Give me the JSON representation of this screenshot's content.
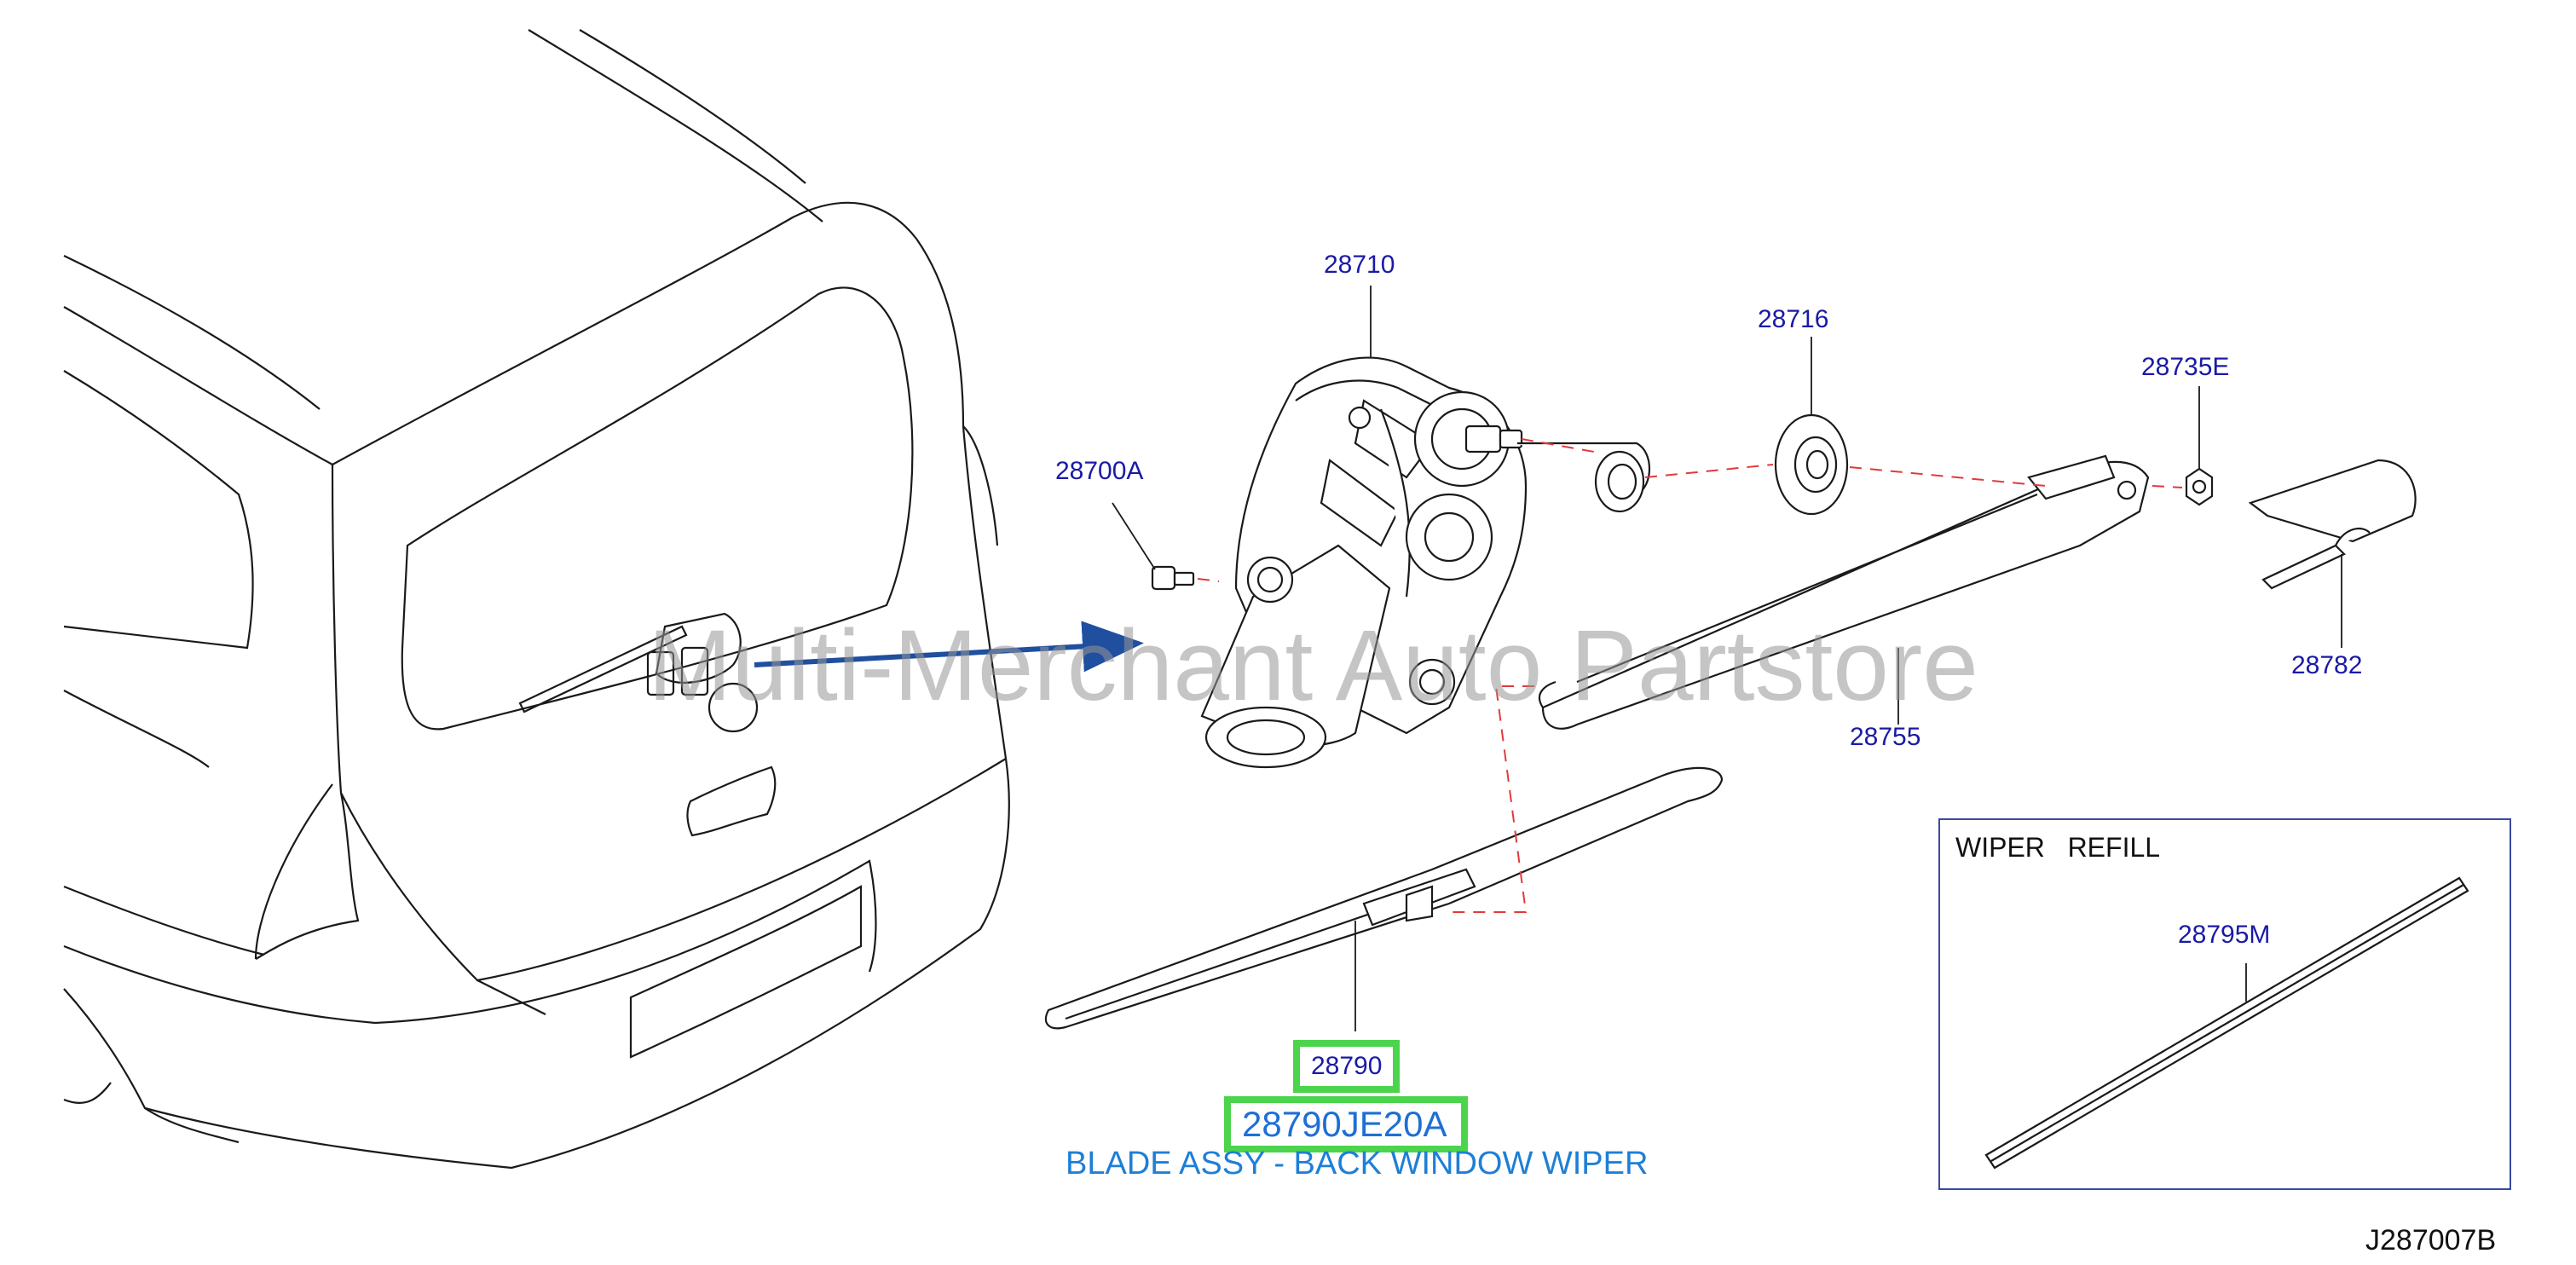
{
  "callouts": {
    "motor": "28710",
    "bolt": "28700A",
    "seal": "28716",
    "nut": "28735E",
    "cap": "28782",
    "arm": "28755",
    "blade": "28790",
    "refill": "28795M"
  },
  "highlight": {
    "part_number": "28790JE20A",
    "description": "BLADE ASSY - BACK WINDOW WIPER"
  },
  "inset": {
    "title": "WIPER   REFILL"
  },
  "watermark": "Multi-Merchant Auto Partstore",
  "diagram_code": "J287007B",
  "colors": {
    "line": "#1a1a1a",
    "callout": "#1a1aa6",
    "highlight_border": "#4cd44c",
    "highlight_text": "#1e6fd6",
    "dashed": "#e23a3a",
    "arrow": "#1f4f9e"
  }
}
